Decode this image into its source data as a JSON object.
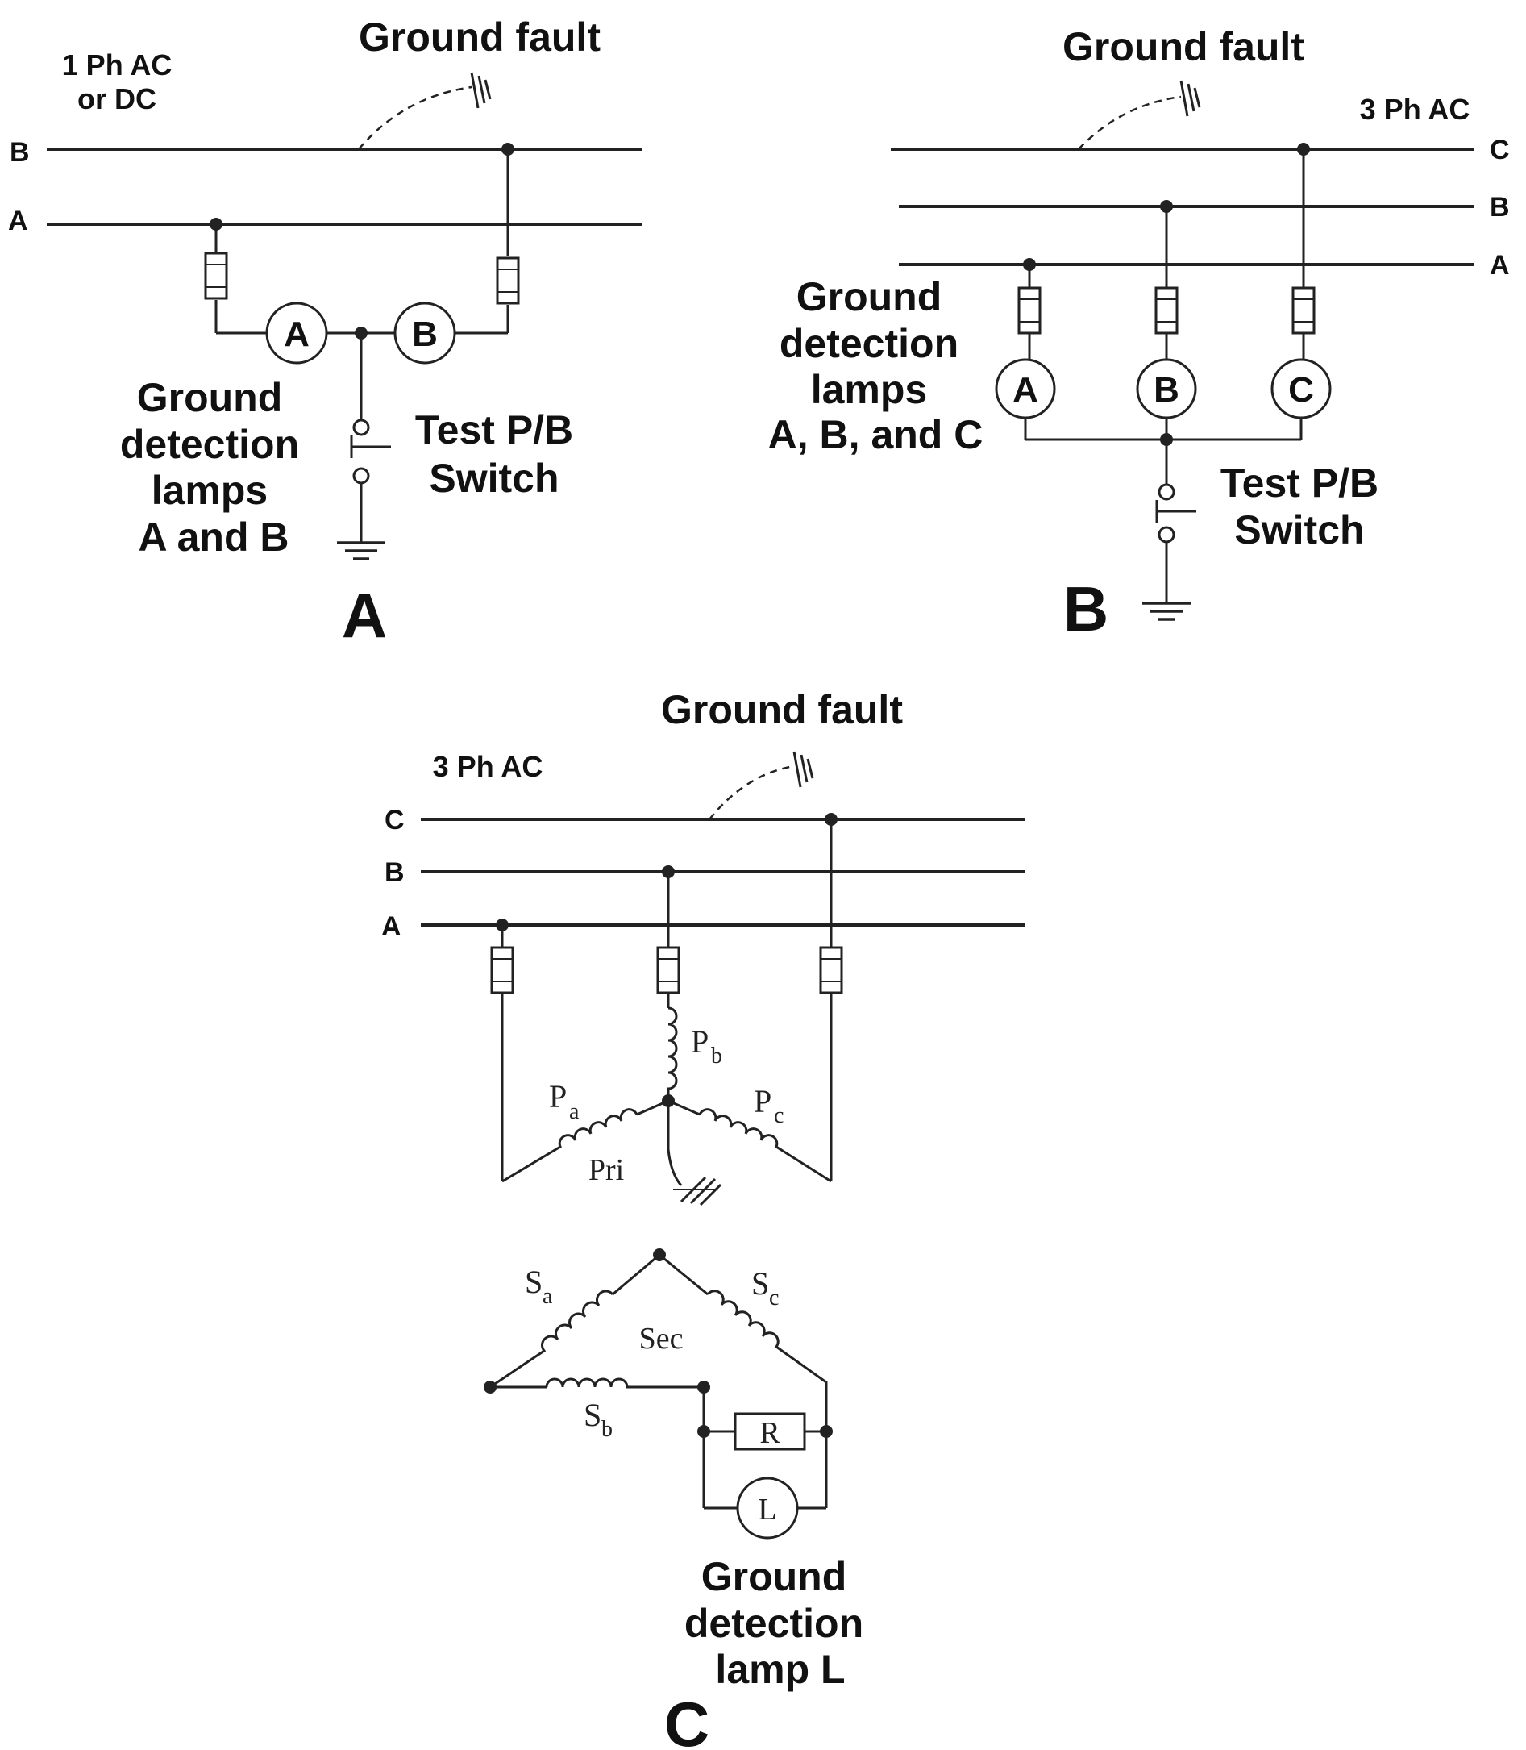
{
  "panel_a": {
    "supply": [
      "1 Ph AC",
      "or DC"
    ],
    "fault": "Ground fault",
    "bus_b": "B",
    "bus_a": "A",
    "lamp_a": "A",
    "lamp_b": "B",
    "lamps_label": [
      "Ground",
      "detection",
      "lamps",
      "A and B"
    ],
    "switch_label": [
      "Test P/B",
      "Switch"
    ],
    "panel_letter": "A"
  },
  "panel_b": {
    "supply": "3 Ph AC",
    "fault": "Ground fault",
    "bus_c": "C",
    "bus_b": "B",
    "bus_a": "A",
    "lamp_a": "A",
    "lamp_b": "B",
    "lamp_c": "C",
    "lamps_label": [
      "Ground",
      "detection",
      "lamps",
      "A, B, and C"
    ],
    "switch_label": [
      "Test P/B",
      "Switch"
    ],
    "panel_letter": "B"
  },
  "panel_c": {
    "supply": "3 Ph AC",
    "fault": "Ground fault",
    "bus_c": "C",
    "bus_b": "B",
    "bus_a": "A",
    "pri": {
      "label": "Pri",
      "pa": "P",
      "pa_sub": "a",
      "pb": "P",
      "pb_sub": "b",
      "pc": "P",
      "pc_sub": "c"
    },
    "sec": {
      "label": "Sec",
      "sa": "S",
      "sa_sub": "a",
      "sb": "S",
      "sb_sub": "b",
      "sc": "S",
      "sc_sub": "c"
    },
    "resistor": "R",
    "lamp": "L",
    "lamp_label": [
      "Ground",
      "detection",
      "lamp L"
    ],
    "panel_letter": "C"
  }
}
